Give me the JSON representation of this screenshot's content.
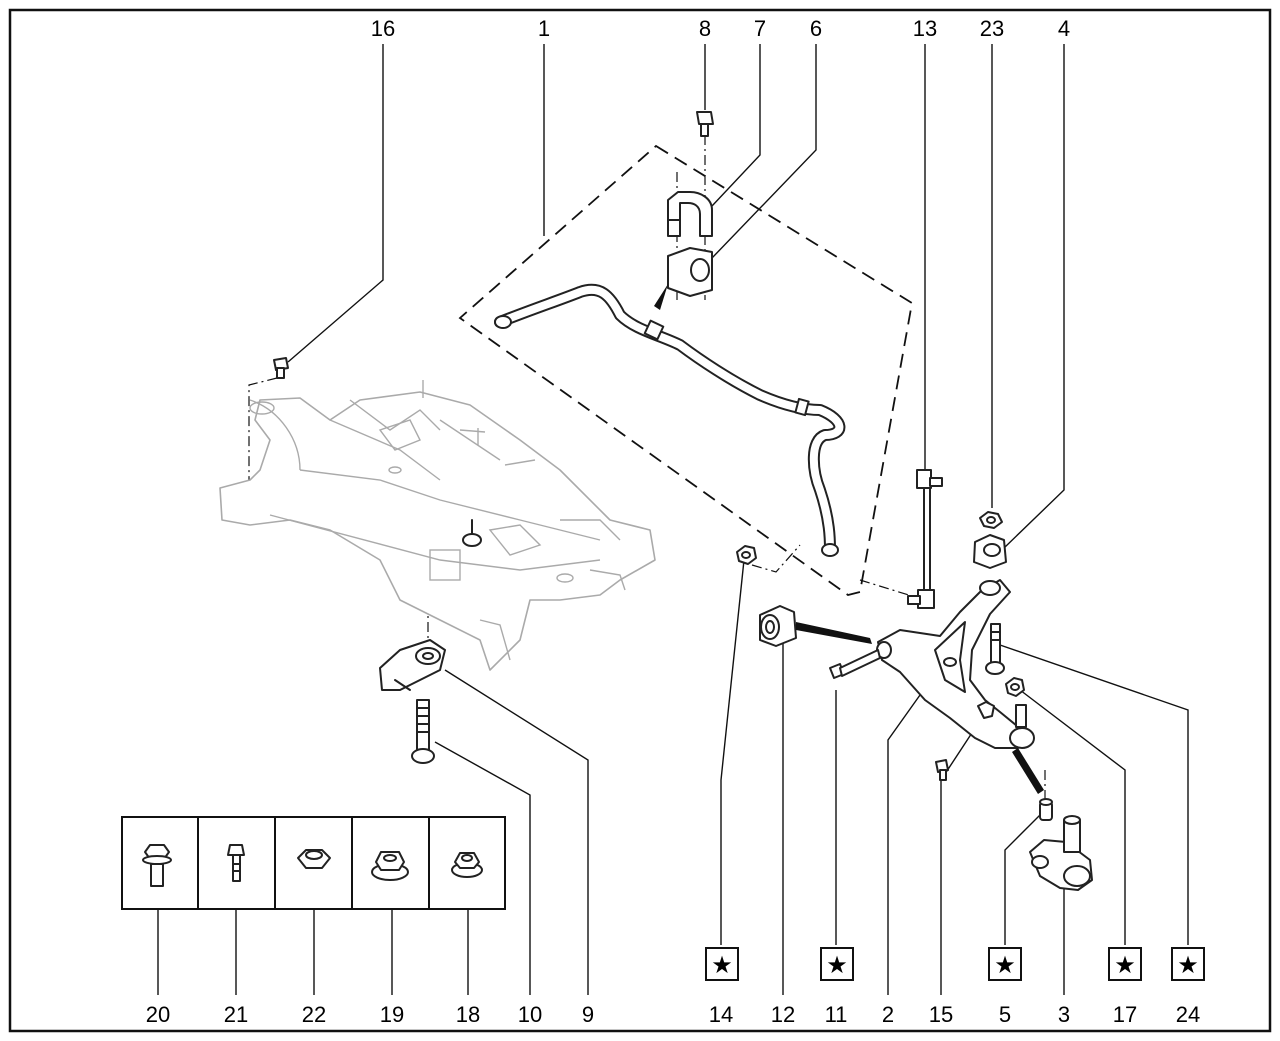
{
  "callouts_top": [
    "16",
    "1",
    "8",
    "7",
    "6",
    "13",
    "23",
    "4"
  ],
  "callouts_bottom": [
    "20",
    "21",
    "22",
    "19",
    "18",
    "10",
    "9",
    "14",
    "12",
    "11",
    "2",
    "15",
    "5",
    "3",
    "17",
    "24"
  ],
  "star_symbol": "★",
  "starred_parts": [
    "14",
    "11",
    "5",
    "17",
    "24"
  ],
  "legend_parts": [
    "20",
    "21",
    "22",
    "19",
    "18"
  ]
}
